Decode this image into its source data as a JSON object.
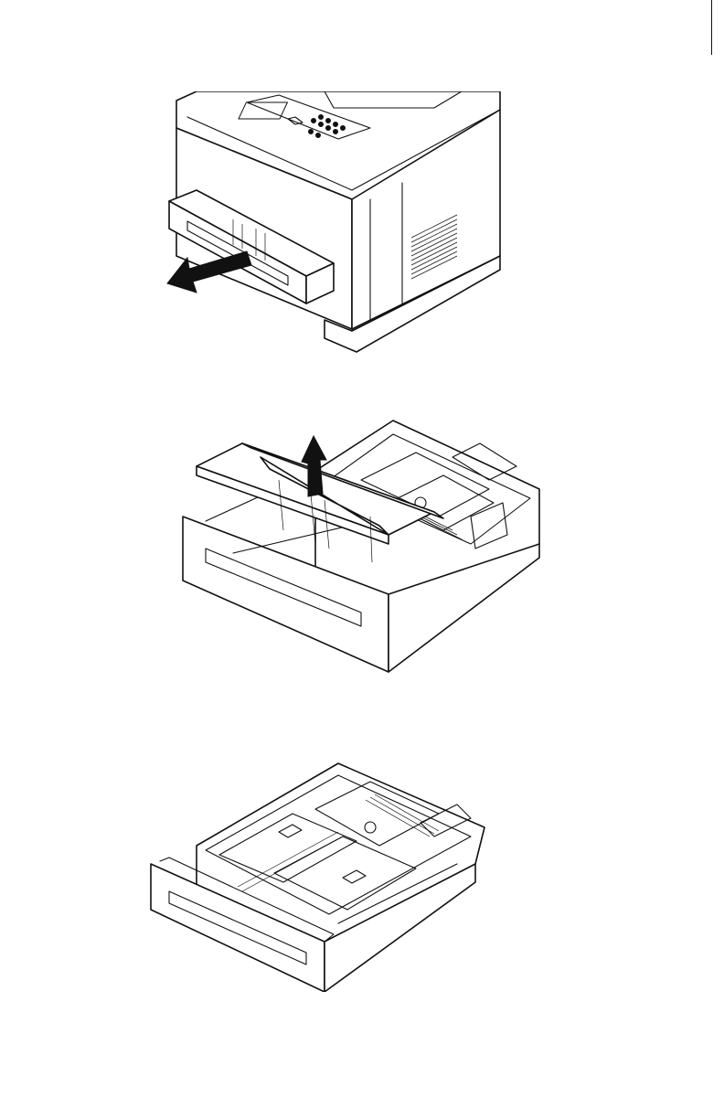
{
  "page": {
    "figures": [
      {
        "id": "fig-1",
        "icon": "remove-tray-from-printer-illustration"
      },
      {
        "id": "fig-2",
        "icon": "lift-tray-cover-illustration"
      },
      {
        "id": "fig-3",
        "icon": "open-paper-tray-illustration"
      }
    ],
    "colors": {
      "ink": "#111111",
      "paper": "#ffffff"
    }
  }
}
